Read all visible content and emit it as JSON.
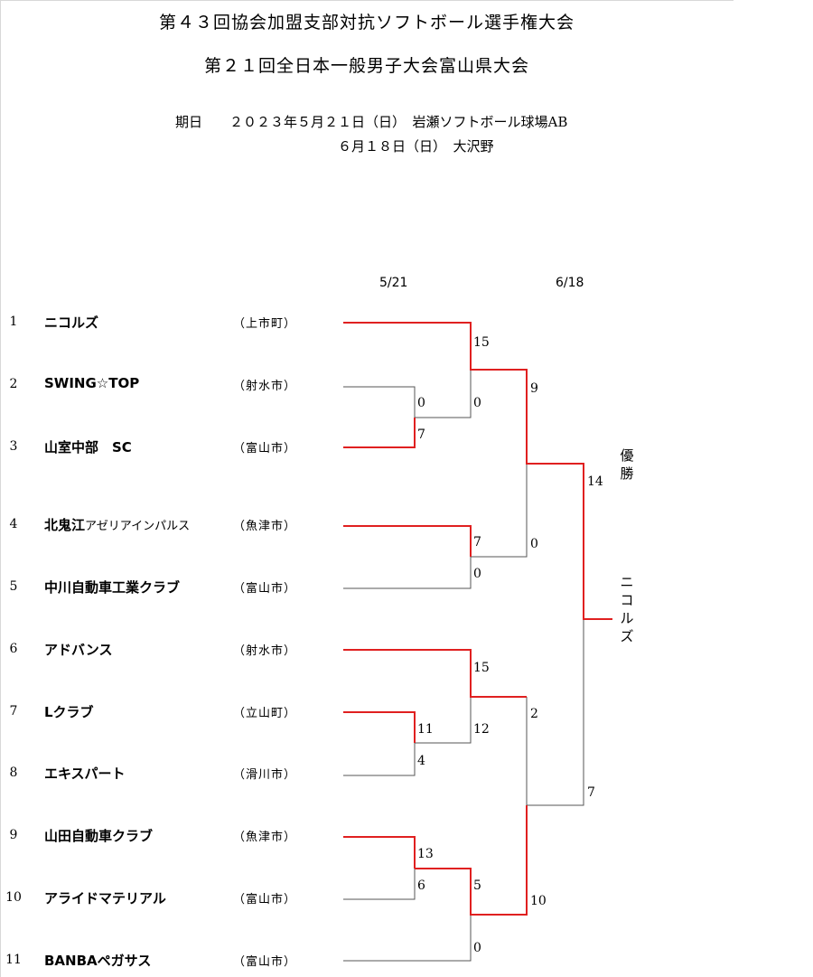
{
  "header": {
    "title1": "第４３回協会加盟支部対抗ソフトボール選手権大会",
    "title2": "第２１回全日本一般男子大会富山県大会",
    "period_label": "期日",
    "period1": "２０２３年５月２１日（日）　岩瀬ソフトボール球場AB",
    "period2": "６月１８日（日）　大沢野"
  },
  "rounds": {
    "date1": "5/21",
    "date2": "6/18"
  },
  "teams": [
    {
      "seed": "1",
      "name": "ニコルズ",
      "suffix": "",
      "city": "（上市町）"
    },
    {
      "seed": "2",
      "name": "SWING☆TOP",
      "suffix": "",
      "city": "（射水市）"
    },
    {
      "seed": "3",
      "name": "山室中部　SC",
      "suffix": "",
      "city": "（富山市）"
    },
    {
      "seed": "4",
      "name": "北鬼江",
      "suffix": "アゼリアインパルス",
      "city": "（魚津市）"
    },
    {
      "seed": "5",
      "name": "中川自動車工業クラブ",
      "suffix": "",
      "city": "（富山市）"
    },
    {
      "seed": "6",
      "name": "アドバンス",
      "suffix": "",
      "city": "（射水市）"
    },
    {
      "seed": "7",
      "name": "Lクラブ",
      "suffix": "",
      "city": "（立山町）"
    },
    {
      "seed": "8",
      "name": "エキスパート",
      "suffix": "",
      "city": "（滑川市）"
    },
    {
      "seed": "9",
      "name": "山田自動車クラブ",
      "suffix": "",
      "city": "（魚津市）"
    },
    {
      "seed": "10",
      "name": "アライドマテリアル",
      "suffix": "",
      "city": "（富山市）"
    },
    {
      "seed": "11",
      "name": "BANBAペガサス",
      "suffix": "",
      "city": "（富山市）"
    }
  ],
  "scores": {
    "m1_top": "0",
    "m1_bot": "7",
    "m2_top": "15",
    "m2_bot": "0",
    "m3_top": "7",
    "m3_bot": "0",
    "m4_top": "9",
    "m4_bot": "0",
    "m5_top": "11",
    "m5_bot": "4",
    "m6_top": "15",
    "m6_bot": "12",
    "m7_top": "13",
    "m7_bot": "6",
    "m8_top": "5",
    "m8_bot": "0",
    "m9_top": "2",
    "m9_bot": "10",
    "final_top": "14",
    "final_bot": "7"
  },
  "champion": {
    "label": "優勝",
    "name": "ニコルズ"
  },
  "colors": {
    "win": "#e02020",
    "lose": "#555555"
  }
}
